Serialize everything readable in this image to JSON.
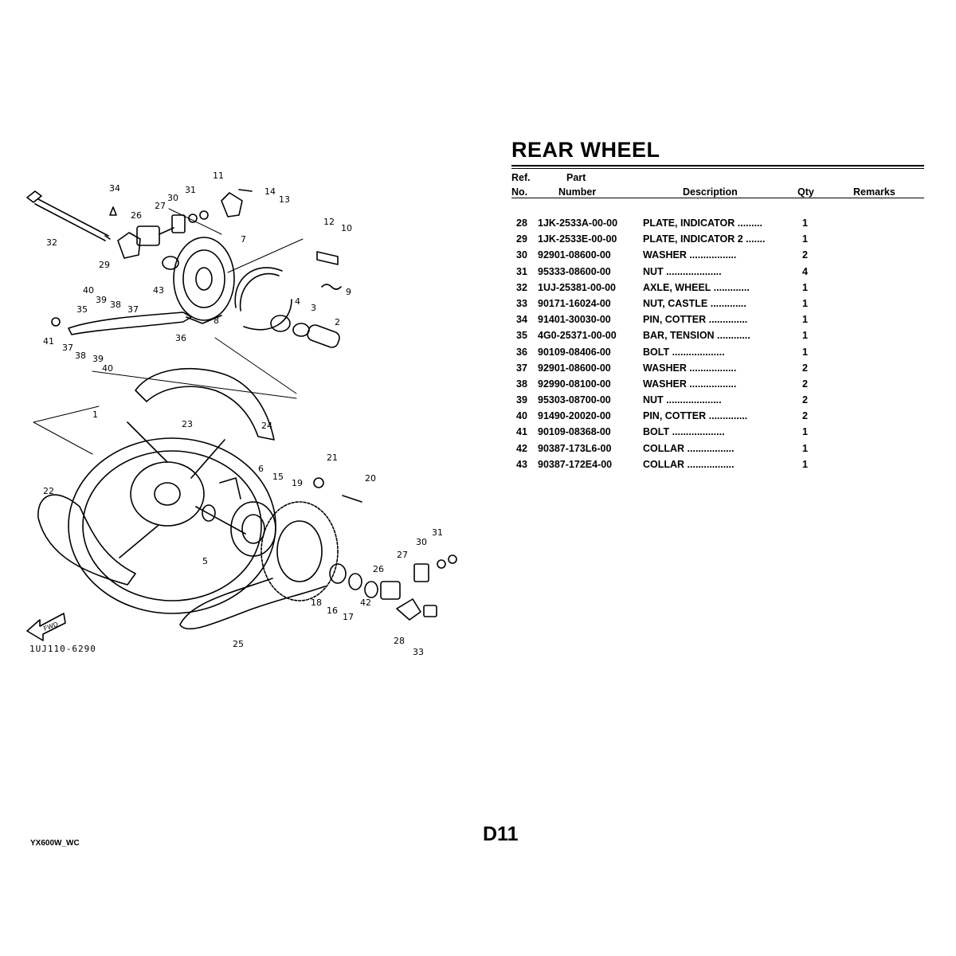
{
  "title": "REAR WHEEL",
  "header": {
    "ref_line1": "Ref.",
    "ref_line2": "No.",
    "part_line1": "Part",
    "part_line2": "Number",
    "description": "Description",
    "qty": "Qty",
    "remarks": "Remarks"
  },
  "parts": [
    {
      "ref": "28",
      "part_number": "1JK-2533A-00-00",
      "description": "PLATE, INDICATOR  .........",
      "qty": "1"
    },
    {
      "ref": "29",
      "part_number": "1JK-2533E-00-00",
      "description": "PLATE, INDICATOR 2  .......",
      "qty": "1"
    },
    {
      "ref": "30",
      "part_number": "92901-08600-00",
      "description": "WASHER  .................",
      "qty": "2"
    },
    {
      "ref": "31",
      "part_number": "95333-08600-00",
      "description": "NUT  ....................",
      "qty": "4"
    },
    {
      "ref": "32",
      "part_number": "1UJ-25381-00-00",
      "description": "AXLE, WHEEL  .............",
      "qty": "1"
    },
    {
      "ref": "33",
      "part_number": "90171-16024-00",
      "description": "NUT, CASTLE  .............",
      "qty": "1"
    },
    {
      "ref": "34",
      "part_number": "91401-30030-00",
      "description": "PIN, COTTER  ..............",
      "qty": "1"
    },
    {
      "ref": "35",
      "part_number": "4G0-25371-00-00",
      "description": "BAR, TENSION  ............",
      "qty": "1"
    },
    {
      "ref": "36",
      "part_number": "90109-08406-00",
      "description": "BOLT  ...................",
      "qty": "1"
    },
    {
      "ref": "37",
      "part_number": "92901-08600-00",
      "description": "WASHER  .................",
      "qty": "2"
    },
    {
      "ref": "38",
      "part_number": "92990-08100-00",
      "description": "WASHER  .................",
      "qty": "2"
    },
    {
      "ref": "39",
      "part_number": "95303-08700-00",
      "description": "NUT  ....................",
      "qty": "2"
    },
    {
      "ref": "40",
      "part_number": "91490-20020-00",
      "description": "PIN, COTTER  ..............",
      "qty": "2"
    },
    {
      "ref": "41",
      "part_number": "90109-08368-00",
      "description": "BOLT  ...................",
      "qty": "1"
    },
    {
      "ref": "42",
      "part_number": "90387-173L6-00",
      "description": "COLLAR  .................",
      "qty": "1"
    },
    {
      "ref": "43",
      "part_number": "90387-172E4-00",
      "description": "COLLAR  .................",
      "qty": "1"
    }
  ],
  "diagram": {
    "callouts": {
      "c34": "34",
      "c11": "11",
      "c14": "14",
      "c13": "13",
      "c30a": "30",
      "c31a": "31",
      "c27a": "27",
      "c26a": "26",
      "c32": "32",
      "c29": "29",
      "c12": "12",
      "c10": "10",
      "c7": "7",
      "c43": "43",
      "c40a": "40",
      "c39a": "39",
      "c38a": "38",
      "c37a": "37",
      "c9": "9",
      "c35": "35",
      "c4": "4",
      "c3": "3",
      "c8": "8",
      "c41": "41",
      "c36": "36",
      "c2": "2",
      "c37b": "37",
      "c38b": "38",
      "c39b": "39",
      "c40b": "40",
      "c1": "1",
      "c23": "23",
      "c24": "24",
      "c21": "21",
      "c22": "22",
      "c6": "6",
      "c15": "15",
      "c19": "19",
      "c20": "20",
      "c5": "5",
      "c31b": "31",
      "c30b": "30",
      "c27b": "27",
      "c26b": "26",
      "c18": "18",
      "c16": "16",
      "c17": "17",
      "c42": "42",
      "c28": "28",
      "c33": "33",
      "c25": "25",
      "fwd": "FWD"
    },
    "figure_code": "1UJ110-6290"
  },
  "footer": {
    "model_code": "YX600W_WC",
    "page_number": "D11"
  }
}
